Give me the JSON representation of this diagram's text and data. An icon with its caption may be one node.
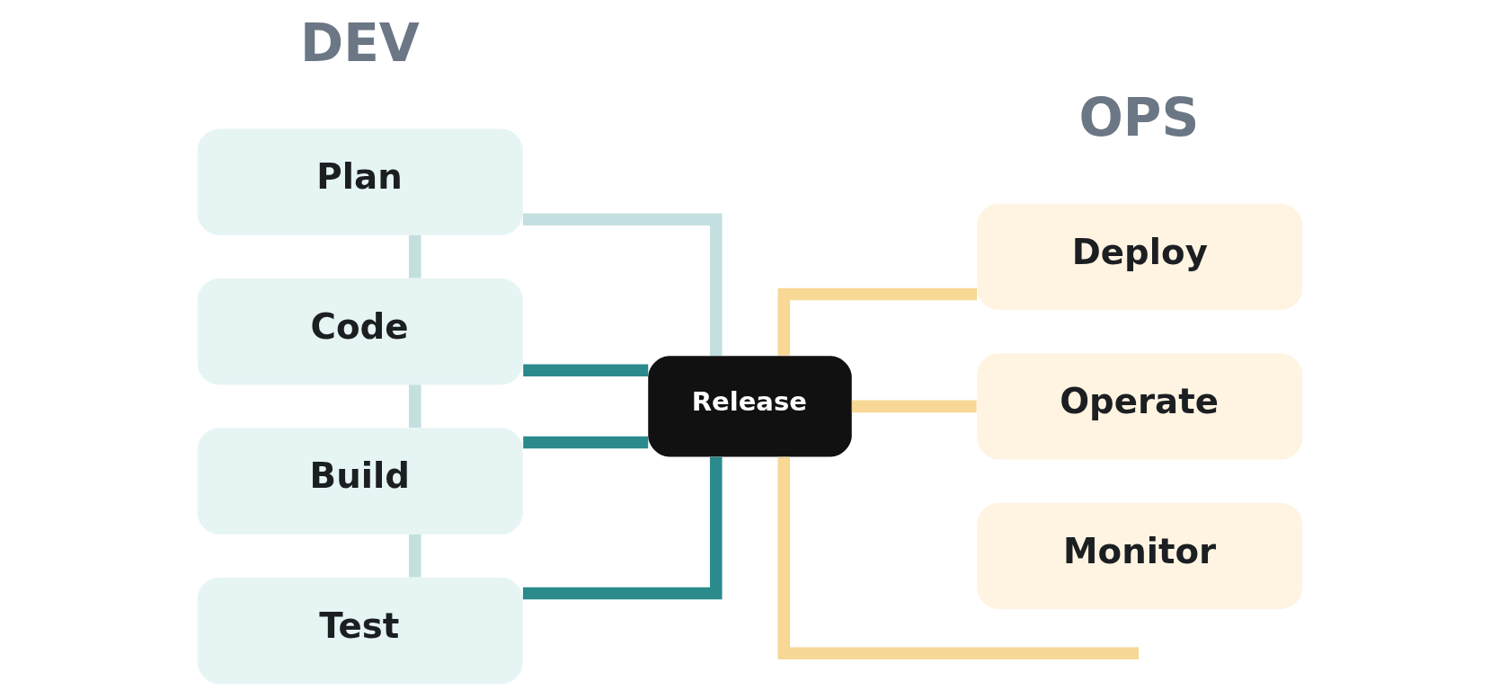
{
  "diagram": {
    "nodes": [
      {
        "text": [
          "Plan"
        ]
      },
      {
        "text": [
          "Code"
        ]
      },
      {
        "text": [
          "Build"
        ]
      },
      {
        "text": [
          "Test"
        ]
      },
      {
        "text": [
          "Release"
        ]
      },
      {
        "text": [
          "Deploy"
        ]
      },
      {
        "text": [
          "Operate"
        ]
      },
      {
        "text": [
          "Monitor"
        ]
      }
    ],
    "edges": [
      {
        "from": 0,
        "to": 1,
        "arrow": "none"
      },
      {
        "from": 1,
        "to": 2,
        "arrow": "none"
      },
      {
        "from": 2,
        "to": 3,
        "arrow": "none"
      },
      {
        "from": 0,
        "to": 4,
        "arrow": "none"
      },
      {
        "from": 1,
        "to": 4,
        "arrow": "none",
        "color": "#2a8a8c"
      },
      {
        "from": 2,
        "to": 4,
        "arrow": "none",
        "color": "#2a8a8c"
      },
      {
        "from": 3,
        "to": 4,
        "arrow": "none",
        "color": "#2a8a8c"
      },
      {
        "from": 4,
        "to": 5,
        "arrow": "none",
        "color": "#f7d894"
      },
      {
        "from": 4,
        "to": 6,
        "arrow": "none",
        "color": "#f7d894"
      },
      {
        "from": 4,
        "to": null,
        "arrow": "none",
        "color": "#f7d894"
      }
    ],
    "labels": [
      "DEV",
      "OPS"
    ]
  }
}
